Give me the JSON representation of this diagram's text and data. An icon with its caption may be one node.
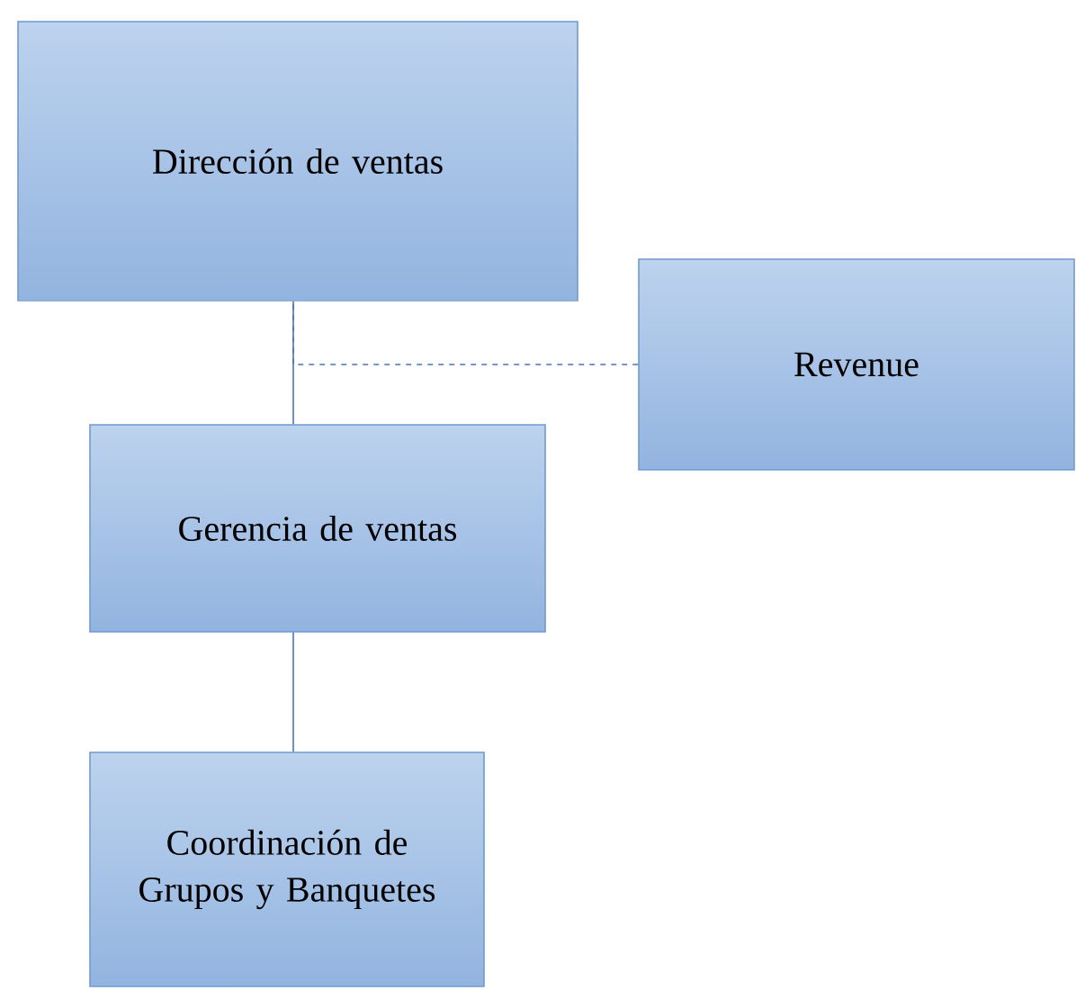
{
  "diagram": {
    "nodes": [
      {
        "text": [
          "Dirección de ventas"
        ]
      },
      {
        "text": [
          "Revenue"
        ]
      },
      {
        "text": [
          "Gerencia de ventas"
        ]
      },
      {
        "text": [
          "Coordinación de Grupos y Banquetes"
        ]
      }
    ],
    "edges": [
      {
        "from": 0,
        "to": 2,
        "arrow": "none"
      },
      {
        "from": 1,
        "to": 0,
        "arrow": "none",
        "style": "dashed"
      },
      {
        "from": 2,
        "to": 3,
        "arrow": "none"
      }
    ]
  }
}
